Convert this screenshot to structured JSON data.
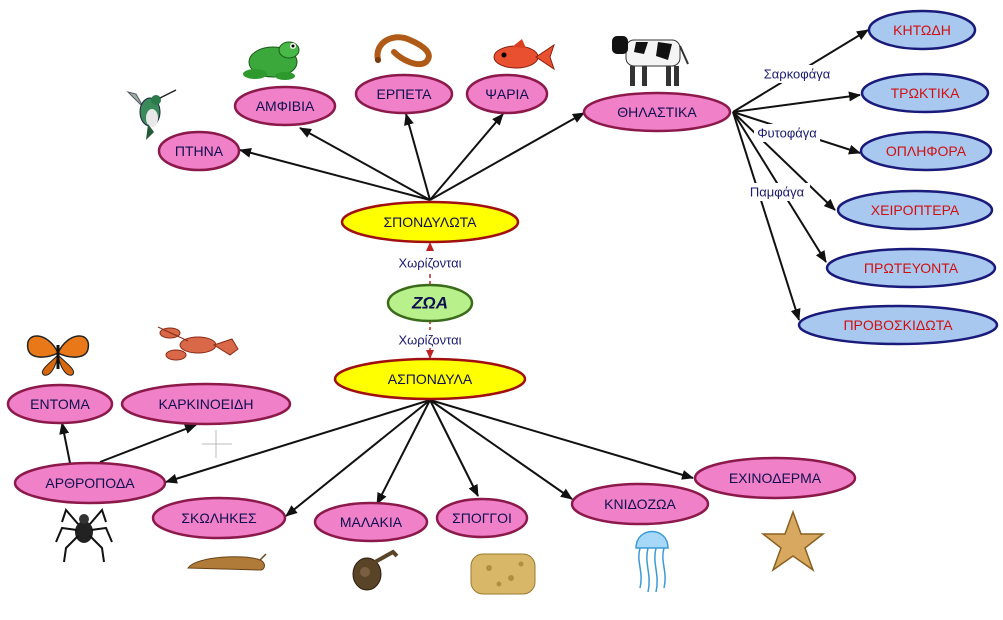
{
  "colors": {
    "pink_fill": "#f080c8",
    "pink_stroke": "#8b1a4a",
    "yellow_fill": "#ffff00",
    "yellow_stroke": "#a01010",
    "green_fill": "#b8f08c",
    "green_stroke": "#3a6a1a",
    "blue_fill": "#a8c8f0",
    "blue_stroke": "#1a1a7a",
    "blue_text": "#d01010",
    "dark_text": "#101050",
    "arrow": "#111111",
    "dashed_arrow": "#c02020"
  },
  "nodes": {
    "zoa": "ΖΩΑ",
    "spondylota": "ΣΠΟΝΔΥΛΩΤΑ",
    "aspondyla": "ΑΣΠΟΝΔΥΛΑ",
    "ptina": "ΠΤΗΝΑ",
    "amfivia": "ΑΜΦΙΒΙΑ",
    "erpeta": "ΕΡΠΕΤΑ",
    "psaria": "ΨΑΡΙΑ",
    "thilastika": "ΘΗΛΑΣΤΙΚΑ",
    "kitodi": "ΚΗΤΩΔΗ",
    "troktika": "ΤΡΩΚΤΙΚΑ",
    "oplifora": "ΟΠΛΗΦΟΡΑ",
    "xeiroptera": "ΧΕΙΡΟΠΤΕΡΑ",
    "proteyonta": "ΠΡΩΤΕΥΟΝΤΑ",
    "proboskidota": "ΠΡΟΒΟΣΚΙΔΩΤΑ",
    "entoma": "ΕΝΤΟΜΑ",
    "karkinoeidi": "ΚΑΡΚΙΝΟΕΙΔΗ",
    "arthropoda": "ΑΡΘΡΟΠΟΔΑ",
    "skolikes": "ΣΚΩΛΗΚΕΣ",
    "malakia": "ΜΑΛΑΚΙΑ",
    "spongoi": "ΣΠΟΓΓΟΙ",
    "knidozoa": "ΚΝΙΔΟΖΩΑ",
    "exinoderma": "ΕΧΙΝΟΔΕΡΜΑ"
  },
  "edge_labels": {
    "split_up": "Χωρίζονται",
    "split_down": "Χωρίζονται",
    "carnivores": "Σαρκοφάγα",
    "herbivores": "Φυτοφάγα",
    "omnivores": "Παμφάγα"
  },
  "images": {
    "bird": "hummingbird",
    "frog": "frog",
    "snake": "snake",
    "fish": "fish",
    "cow": "cow",
    "butterfly": "butterfly",
    "lobster": "lobster",
    "spider": "spider",
    "slug": "slug",
    "snail": "snail",
    "sponge": "sponge",
    "jellyfish": "jellyfish",
    "starfish": "starfish"
  }
}
